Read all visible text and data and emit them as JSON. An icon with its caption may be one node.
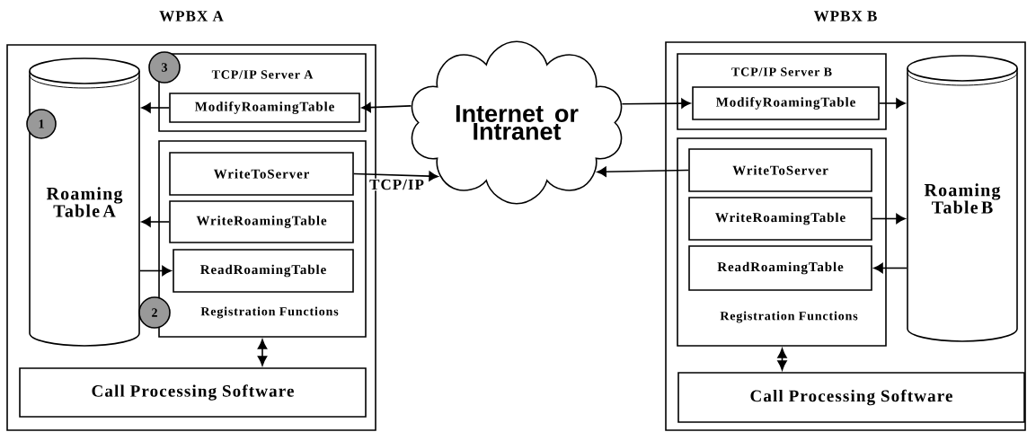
{
  "diagram": {
    "nodes": [
      {
        "text": [
          "WPBX A"
        ]
      },
      {
        "text": [
          "Roaming Table A"
        ],
        "in": 0
      },
      {
        "text": [
          "1"
        ],
        "in": 1
      },
      {
        "text": [
          "TCP/IP Server A"
        ],
        "in": 0
      },
      {
        "text": [
          "3"
        ],
        "in": 0
      },
      {
        "text": [
          "ModifyRoamingTable"
        ],
        "in": 3
      },
      {
        "text": [
          "Registration Functions"
        ],
        "in": 0
      },
      {
        "text": [
          "WriteToServer"
        ],
        "in": 6
      },
      {
        "text": [
          "WriteRoamingTable"
        ],
        "in": 6
      },
      {
        "text": [
          "ReadRoamingTable"
        ],
        "in": 6
      },
      {
        "text": [
          "2"
        ],
        "in": 0
      },
      {
        "text": [
          "Call Processing Software"
        ],
        "in": 0
      },
      {
        "text": [
          "Internet or Intranet"
        ]
      },
      {
        "text": [
          "WPBX B"
        ]
      },
      {
        "text": [
          "TCP/IP Server B"
        ],
        "in": 13
      },
      {
        "text": [
          "ModifyRoamingTable"
        ],
        "in": 14
      },
      {
        "text": [
          "Roaming Table B"
        ],
        "in": 13
      },
      {
        "text": [
          "Registration Functions"
        ],
        "in": 13
      },
      {
        "text": [
          "WriteToServer"
        ],
        "in": 17
      },
      {
        "text": [
          "WriteRoamingTable"
        ],
        "in": 17
      },
      {
        "text": [
          "ReadRoamingTable"
        ],
        "in": 17
      },
      {
        "text": [
          "Call Processing Software"
        ],
        "in": 13
      }
    ],
    "edges": [
      {
        "from": 5,
        "to": 1,
        "arrow": "to"
      },
      {
        "from": 12,
        "to": 5,
        "arrow": "to"
      },
      {
        "from": 8,
        "to": 1,
        "arrow": "to"
      },
      {
        "from": 1,
        "to": 9,
        "arrow": "to"
      },
      {
        "from": 6,
        "to": 11,
        "arrow": "both"
      },
      {
        "from": 7,
        "to": 12,
        "arrow": "to",
        "label": "TCP/IP"
      },
      {
        "from": 12,
        "to": 15,
        "arrow": "to"
      },
      {
        "from": 15,
        "to": 16,
        "arrow": "to"
      },
      {
        "from": 18,
        "to": 12,
        "arrow": "to"
      },
      {
        "from": 19,
        "to": 16,
        "arrow": "to"
      },
      {
        "from": 16,
        "to": 20,
        "arrow": "to"
      },
      {
        "from": 17,
        "to": 21,
        "arrow": "both"
      }
    ]
  }
}
